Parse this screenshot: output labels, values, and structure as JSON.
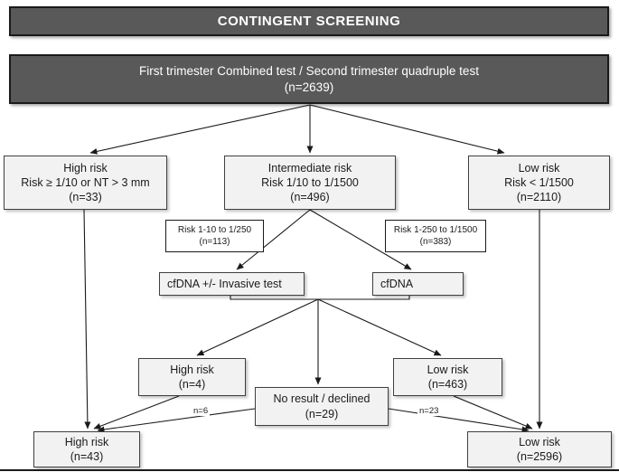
{
  "title": "CONTINGENT SCREENING",
  "source": {
    "line1": "First trimester Combined test / Second trimester quadruple test",
    "line2": "(n=2639)"
  },
  "triage": {
    "high": {
      "line1": "High risk",
      "line2": "Risk ≥ 1/10 or NT > 3 mm",
      "line3": "(n=33)"
    },
    "intermediate": {
      "line1": "Intermediate risk",
      "line2": "Risk  1/10 to 1/1500",
      "line3": "(n=496)"
    },
    "low": {
      "line1": "Low risk",
      "line2": "Risk < 1/1500",
      "line3": "(n=2110)"
    }
  },
  "branch_labels": {
    "left": {
      "line1": "Risk 1-10 to 1/250",
      "line2": "(n=113)"
    },
    "right": {
      "line1": "Risk 1-250 to 1/1500",
      "line2": "(n=383)"
    }
  },
  "tests": {
    "cfdna_invasive": "cfDNA +/- Invasive test",
    "cfdna": "cfDNA"
  },
  "results": {
    "high": {
      "line1": "High risk",
      "line2": "(n=4)"
    },
    "no_result": {
      "line1": "No result / declined",
      "line2": "(n=29)"
    },
    "low": {
      "line1": "Low risk",
      "line2": "(n=463)"
    }
  },
  "edge_labels": {
    "n6": "n=6",
    "n23": "n=23"
  },
  "final": {
    "high": {
      "line1": "High risk",
      "line2": "(n=43)"
    },
    "low": {
      "line1": "Low risk",
      "line2": "(n=2596)"
    }
  },
  "colors": {
    "dark_box_fill": "#595959",
    "light_box_fill": "#f2f2f2",
    "white_box_fill": "#ffffff",
    "border": "#1a1a1a",
    "text_on_dark": "#ffffff",
    "text_on_light": "#1a1a1a"
  }
}
